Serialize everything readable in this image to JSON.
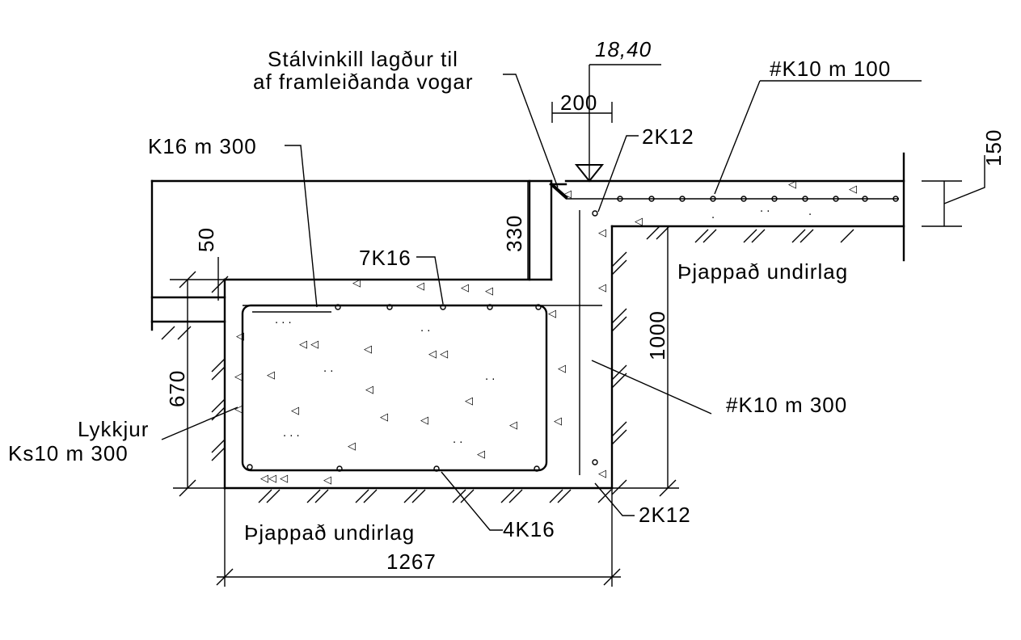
{
  "labels": {
    "elevation": "18,40",
    "steel_angle_line1": "Stálvinkill lagður til",
    "steel_angle_line2": "af framleiðanda vogar",
    "dim_200": "200",
    "mesh_top": "#K10 m 100",
    "bar_2k12_top": "2K12",
    "dim_150": "150",
    "bar_k16": "K16 m 300",
    "dim_330": "330",
    "dim_50": "50",
    "bar_7k16": "7K16",
    "soil_right": "Þjappað undirlag",
    "dim_1000": "1000",
    "mesh_wall": "#K10 m 300",
    "dim_670": "670",
    "stirrups_line1": "Lykkjur",
    "stirrups_line2": "Ks10 m 300",
    "bar_2k12_bottom": "2K12",
    "bar_4k16": "4K16",
    "soil_bottom": "Þjappað undirlag",
    "dim_1267": "1267"
  }
}
